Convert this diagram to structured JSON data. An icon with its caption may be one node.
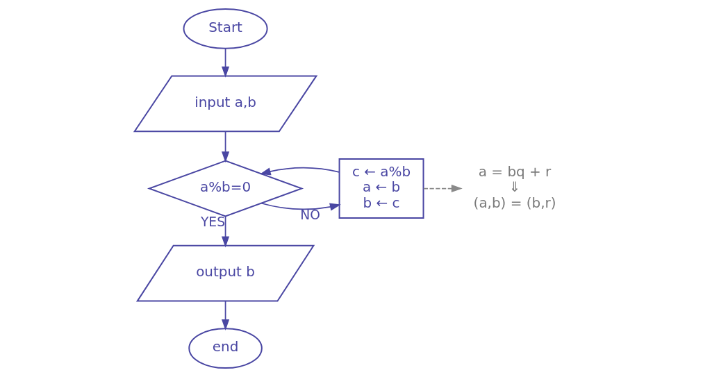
{
  "diagram": {
    "nodes": [
      {
        "text": [
          "Start"
        ]
      },
      {
        "text": [
          "input a,b"
        ]
      },
      {
        "text": [
          "a%b=0"
        ]
      },
      {
        "text": [
          "output b"
        ]
      },
      {
        "text": [
          "end"
        ]
      },
      {
        "text": [
          "c ← a%b",
          "a ← b",
          "b ← c"
        ]
      },
      {
        "text": [
          "a = bq + r",
          "⇓",
          "(a,b) = (b,r)"
        ]
      }
    ],
    "edges": [
      {
        "from": 0,
        "to": 1,
        "arrow": "to"
      },
      {
        "from": 1,
        "to": 2,
        "arrow": "to"
      },
      {
        "from": 2,
        "to": 3,
        "arrow": "to",
        "label": "YES"
      },
      {
        "from": 3,
        "to": 4,
        "arrow": "to"
      },
      {
        "from": 2,
        "to": 5,
        "arrow": "to",
        "label": "NO"
      },
      {
        "from": 5,
        "to": 2,
        "arrow": "to"
      },
      {
        "from": 5,
        "to": 6,
        "arrow": "to",
        "style": "dashed",
        "color": "#8a8a8a"
      }
    ]
  }
}
